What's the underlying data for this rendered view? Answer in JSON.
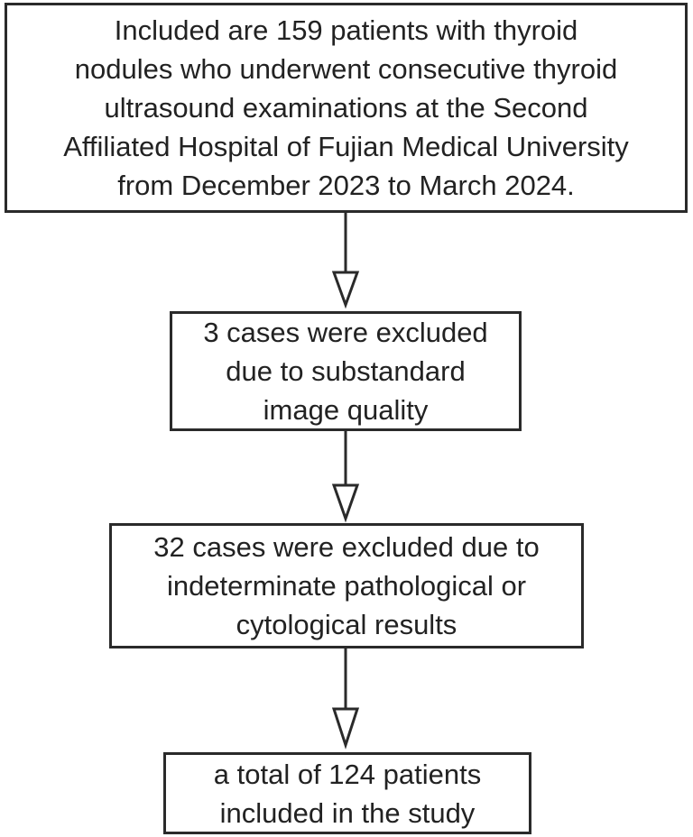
{
  "boxes": [
    {
      "text": "Included are 159 patients with thyroid\nnodules who underwent consecutive thyroid\nultrasound examinations at the Second\nAffiliated Hospital of Fujian Medical University\nfrom December 2023 to March 2024."
    },
    {
      "text": "3 cases were excluded\ndue to substandard\nimage quality"
    },
    {
      "text": "32 cases were excluded due to\nindeterminate pathological or\ncytological results"
    },
    {
      "text": "a total of 124 patients\nincluded in the study"
    }
  ],
  "colors": {
    "stroke": "#2a2a2a",
    "background": "#ffffff"
  }
}
